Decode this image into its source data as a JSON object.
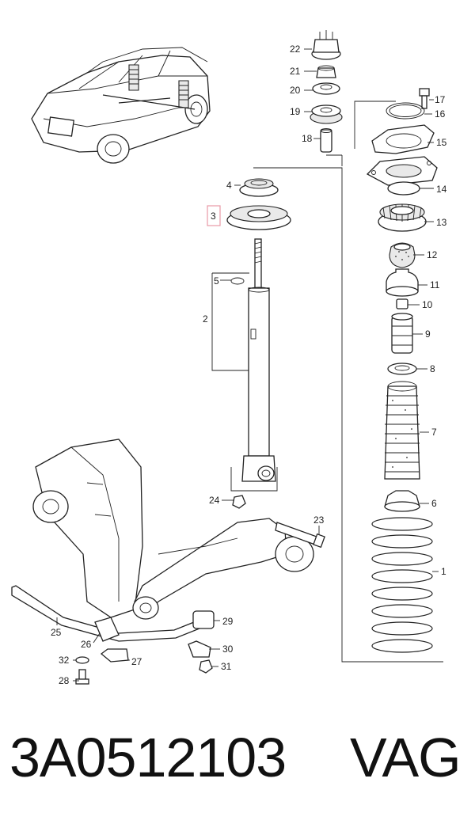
{
  "labels": {
    "l1": "1",
    "l2": "2",
    "l3": "3",
    "l4": "4",
    "l5": "5",
    "l6": "6",
    "l7": "7",
    "l8": "8",
    "l9": "9",
    "l10": "10",
    "l11": "11",
    "l12": "12",
    "l13": "13",
    "l14": "14",
    "l15": "15",
    "l16": "16",
    "l17": "17",
    "l18": "18",
    "l19": "19",
    "l20": "20",
    "l21": "21",
    "l22": "22",
    "l23": "23",
    "l24": "24",
    "l25": "25",
    "l26": "26",
    "l27": "27",
    "l28": "28",
    "l29": "29",
    "l30": "30",
    "l31": "31",
    "l32": "32"
  },
  "highlight": {
    "label": "3",
    "color": "#e89aa6"
  },
  "footer": {
    "part_number": "3A0512103",
    "brand": "VAG"
  }
}
